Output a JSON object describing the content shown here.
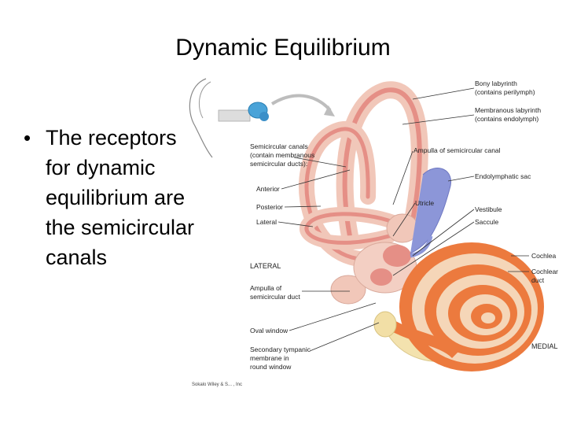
{
  "slide": {
    "title": "Dynamic Equilibrium",
    "bullet_lines": [
      "The receptors",
      "for dynamic",
      "equilibrium are",
      "the semicircular",
      "canals"
    ]
  },
  "labels": {
    "bony_labyrinth_1": "Bony labyrinth",
    "bony_labyrinth_2": "(contains perilymph)",
    "membranous_1": "Membranous labyrinth",
    "membranous_2": "(contains endolymph)",
    "semicircular_1": "Semicircular canals",
    "semicircular_2": "(contain membranous",
    "semicircular_3": "semicircular ducts):",
    "ampulla_canal": "Ampulla of semicircular canal",
    "endolymphatic_sac": "Endolymphatic sac",
    "anterior": "Anterior",
    "posterior": "Posterior",
    "lateral": "Lateral",
    "utricle": "Utricle",
    "vestibule": "Vestibule",
    "saccule": "Saccule",
    "lateral_caps": "LATERAL",
    "cochlea": "Cochlea",
    "cochlear_duct_1": "Cochlear",
    "cochlear_duct_2": "duct",
    "ampulla_duct_1": "Ampulla of",
    "ampulla_duct_2": "semicircular duct",
    "oval_window": "Oval window",
    "secondary_1": "Secondary tympanic",
    "secondary_2": "membrane in",
    "secondary_3": "round window",
    "medial_caps": "MEDIAL",
    "credit": "Sokalo Wiley & S... , Inc"
  },
  "colors": {
    "bony": "#f1c7b9",
    "membranous": "#e58f86",
    "cochlea_orange": "#ec7a3e",
    "sac_blue": "#8c96d8",
    "bone_yellow": "#f2dfa6"
  }
}
